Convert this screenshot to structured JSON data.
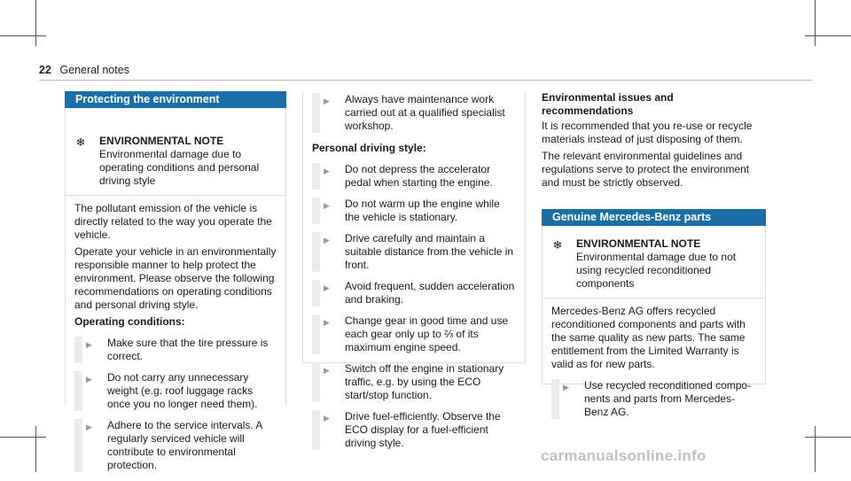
{
  "header": {
    "page_number": "22",
    "section": "General notes"
  },
  "col1": {
    "title": "Protecting the environment",
    "note_label": "ENVIRONMENTAL NOTE",
    "note_text": " Environmental damage due to operating conditions and personal driving style",
    "para1": "The pollutant emission of the vehicle is directly related to the way you operate the vehicle.",
    "para2": "Operate your vehicle in an environmentally responsible manner to help protect the envi­ronment. Please observe the following rec­ommendations on operating conditions and personal driving style.",
    "sub_heading": "Operating conditions:",
    "items": [
      "Make sure that the tire pressure is cor­rect.",
      "Do not carry any unnecessary weight (e.g. roof luggage racks once you no longer need them).",
      "Adhere to the service intervals. A regularly serviced vehicle will contrib­ute to environmental protection."
    ]
  },
  "col2": {
    "item0": "Always have maintenance work carried out at a qualified specialist workshop.",
    "sub_heading": "Personal driving style:",
    "items": [
      "Do not depress the accelerator pedal when starting the engine.",
      "Do not warm up the engine while the vehicle is stationary.",
      "Drive carefully and maintain a suitable distance from the vehicle in front.",
      "Avoid frequent, sudden acceleration and braking.",
      "Change gear in good time and use each gear only up to ⅔ of its maximum engine speed.",
      "Switch off the engine in stationary traf­fic, e.g. by using the ECO start/stop function.",
      "Drive fuel-efficiently. Observe the ECO display for a fuel-efficient driving style."
    ]
  },
  "col3": {
    "heading": "Environmental issues and recommendations",
    "para1": "It is recommended that you re-use or recycle materials instead of just disposing of them.",
    "para2": "The relevant environmental guidelines and regu­lations serve to protect the environment and must be strictly observed.",
    "title": "Genuine Mercedes-Benz parts",
    "note_label": "ENVIRONMENTAL NOTE",
    "note_text": " Environmental damage due to not using recycled recon­ditioned components",
    "para3": "Mercedes-Benz AG offers recycled recondi­tioned components and parts with the same quality as new parts. The same entitlement from the Limited Warranty is valid as for new parts.",
    "items": [
      "Use recycled reconditioned compo­nents and parts from Mercedes-Benz AG."
    ]
  },
  "watermark": "carmanualsonline.info",
  "icons": {
    "leaf": "leaf-icon",
    "bullet": "triangle-bullet-icon"
  },
  "colors": {
    "accent": "#1b6fa8"
  }
}
